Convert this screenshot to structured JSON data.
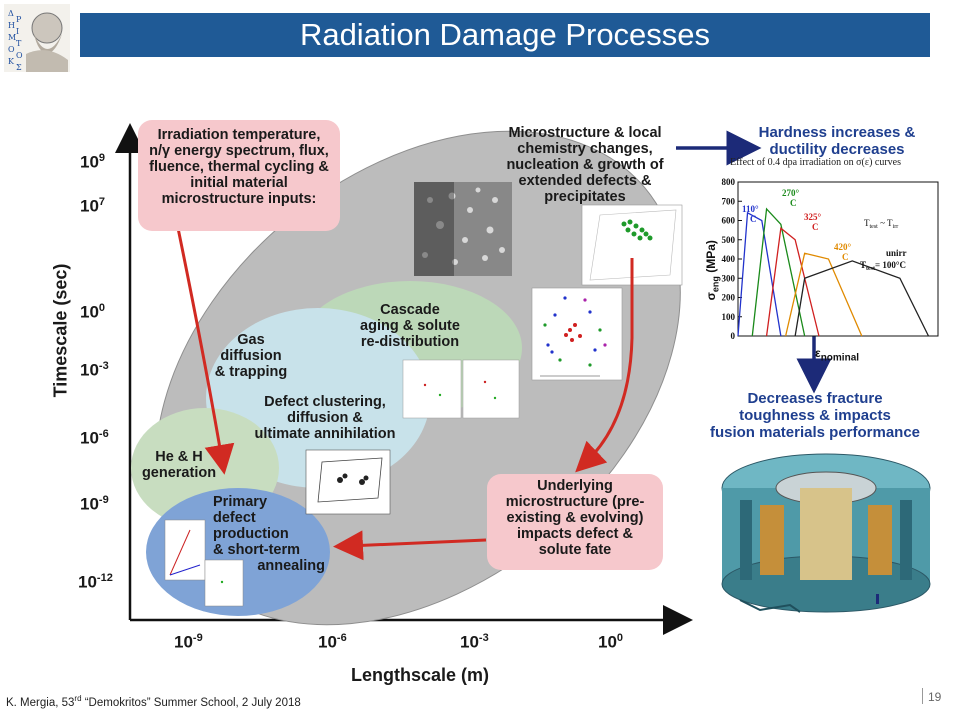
{
  "title": "Radiation Damage Processes",
  "logo_text": "ΔΗΜΟΚΡΙΤΟΣ",
  "axes": {
    "y_label": "Timescale (sec)",
    "x_label": "Lengthscale (m)",
    "y_ticks": [
      {
        "base": "10",
        "exp": "9"
      },
      {
        "base": "10",
        "exp": "7"
      },
      {
        "base": "10",
        "exp": "0"
      },
      {
        "base": "10",
        "exp": "-3"
      },
      {
        "base": "10",
        "exp": "-6"
      },
      {
        "base": "10",
        "exp": "-9"
      },
      {
        "base": "10",
        "exp": "-12"
      }
    ],
    "x_ticks": [
      {
        "base": "10",
        "exp": "-9"
      },
      {
        "base": "10",
        "exp": "-6"
      },
      {
        "base": "10",
        "exp": "-3"
      },
      {
        "base": "10",
        "exp": "0"
      }
    ]
  },
  "boxes": {
    "inputs": [
      "Irradiation temperature,",
      "n/γ energy spectrum, flux,",
      "fluence, thermal cycling &",
      "initial material",
      "microstructure inputs:"
    ],
    "microstructure": [
      "Microstructure & local",
      "chemistry changes,",
      "nucleation & growth of",
      "extended defects &",
      "precipitates"
    ],
    "underlying": [
      "Underlying",
      "microstructure (pre-",
      "existing & evolving)",
      "impacts defect &",
      "solute fate"
    ]
  },
  "regions": {
    "cascade": [
      "Cascade",
      "aging & solute",
      "re-distribution"
    ],
    "gas": [
      "Gas",
      "diffusion",
      "& trapping"
    ],
    "defect_clustering": [
      "Defect clustering,",
      "diffusion &",
      "ultimate annihilation"
    ],
    "he_h": [
      "He & H",
      "generation"
    ],
    "primary": [
      "Primary",
      "defect",
      "production",
      "& short-term",
      "annealing"
    ]
  },
  "right_panel": {
    "hardness": [
      "Hardness increases &",
      "ductility decreases"
    ],
    "chart_caption": "Effect of 0.4 dpa irradiation on σ(ε) curves",
    "fracture": [
      "Decreases fracture",
      "toughness & impacts",
      "fusion materials performance"
    ],
    "strain_label": "ε",
    "strain_sub": "nominal",
    "stress_label": "σ",
    "stress_sub": "eng",
    "stress_unit": "(MPa)",
    "temp_note": "T",
    "temp_note_sub1": "test",
    "temp_note_mid": " ~ T",
    "temp_note_sub2": "irr",
    "unirr": "unirr",
    "unirr_temp_prefix": "T",
    "unirr_temp_sub": "test",
    "unirr_temp_val": "= 100°C",
    "curve_labels": [
      {
        "temp": "110°",
        "unit": "C",
        "color": "#2233cc"
      },
      {
        "temp": "270°",
        "unit": "C",
        "color": "#1a8a1a"
      },
      {
        "temp": "325°",
        "unit": "C",
        "color": "#d02020"
      },
      {
        "temp": "420°",
        "unit": "C",
        "color": "#e08a00"
      }
    ]
  },
  "chart_data": {
    "type": "line",
    "title": "Effect of 0.4 dpa irradiation on σ(ε) curves",
    "xlabel": "ε nominal",
    "ylabel": "σ eng (MPa)",
    "ylim": [
      0,
      800
    ],
    "y_ticks": [
      0,
      100,
      200,
      300,
      400,
      500,
      600,
      700,
      800
    ],
    "series": [
      {
        "name": "110°C",
        "color": "#2233cc",
        "points": [
          [
            0,
            0
          ],
          [
            0.02,
            640
          ],
          [
            0.05,
            600
          ],
          [
            0.09,
            0
          ]
        ]
      },
      {
        "name": "270°C",
        "color": "#1a8a1a",
        "points": [
          [
            0.03,
            0
          ],
          [
            0.06,
            660
          ],
          [
            0.09,
            580
          ],
          [
            0.14,
            0
          ]
        ]
      },
      {
        "name": "325°C",
        "color": "#d02020",
        "points": [
          [
            0.06,
            0
          ],
          [
            0.09,
            560
          ],
          [
            0.12,
            500
          ],
          [
            0.17,
            0
          ]
        ]
      },
      {
        "name": "420°C",
        "color": "#e08a00",
        "points": [
          [
            0.1,
            0
          ],
          [
            0.14,
            430
          ],
          [
            0.19,
            400
          ],
          [
            0.26,
            0
          ]
        ]
      },
      {
        "name": "unirr",
        "color": "#222222",
        "points": [
          [
            0.12,
            0
          ],
          [
            0.14,
            300
          ],
          [
            0.24,
            390
          ],
          [
            0.34,
            300
          ],
          [
            0.4,
            0
          ]
        ]
      }
    ]
  },
  "footer": {
    "prefix": "K. Mergia, 53",
    "sup": "rd",
    "suffix": " “Demokritos” Summer School, 2 July 2018"
  },
  "page_number": "19"
}
